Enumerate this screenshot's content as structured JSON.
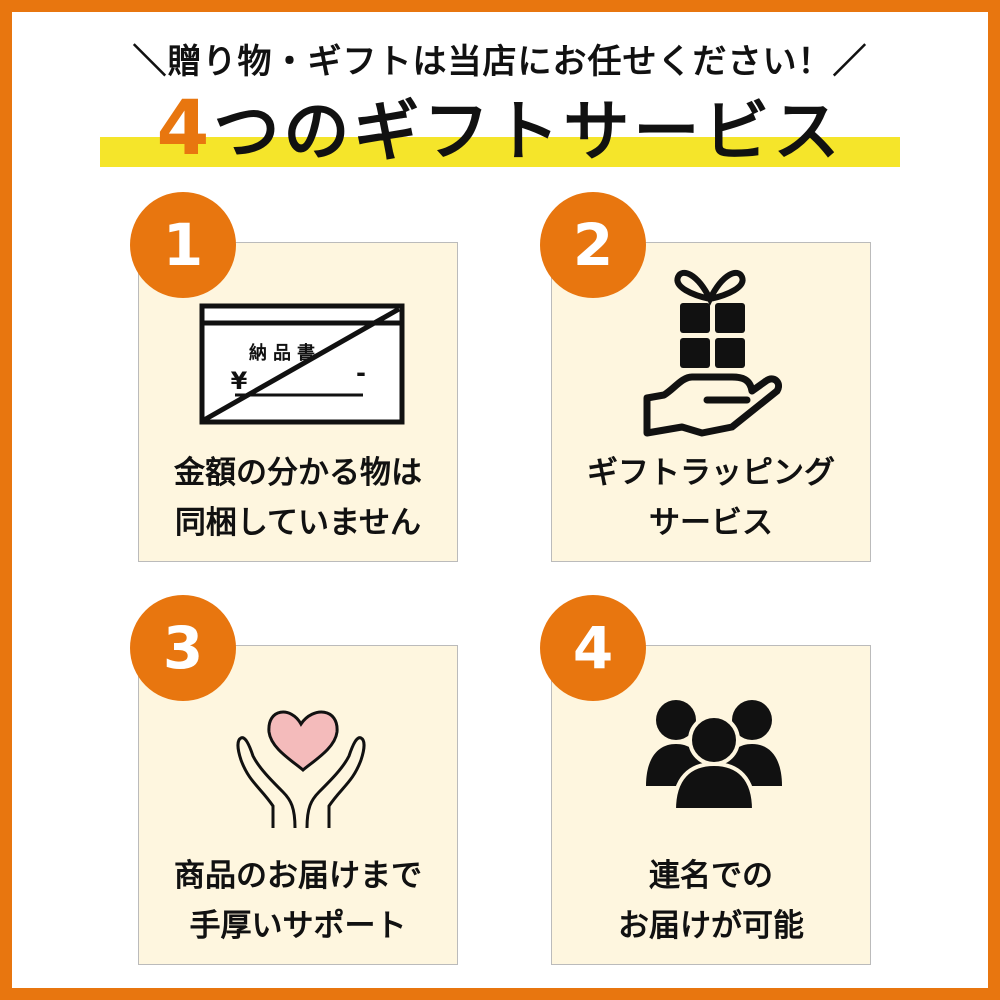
{
  "header": {
    "subtitle": "＼贈り物・ギフトは当店にお任せください！／",
    "title_number": "4",
    "title_rest": "つのギフトサービス"
  },
  "cards": [
    {
      "number": "1",
      "line1": "金額の分かる物は",
      "line2": "同梱していません",
      "icon": "invoice-crossed-icon",
      "invoice_label": "納品書",
      "yen": "¥",
      "dash": "-"
    },
    {
      "number": "2",
      "line1": "ギフトラッピング",
      "line2": "サービス",
      "icon": "gift-on-hand-icon"
    },
    {
      "number": "3",
      "line1": "商品のお届けまで",
      "line2": "手厚いサポート",
      "icon": "hands-heart-icon"
    },
    {
      "number": "4",
      "line1": "連名での",
      "line2": "お届けが可能",
      "icon": "group-people-icon"
    }
  ],
  "colors": {
    "accent": "#E8760F",
    "highlight": "#F5E52A",
    "card_bg": "#FEF6DF",
    "heart": "#F4BBBB"
  }
}
